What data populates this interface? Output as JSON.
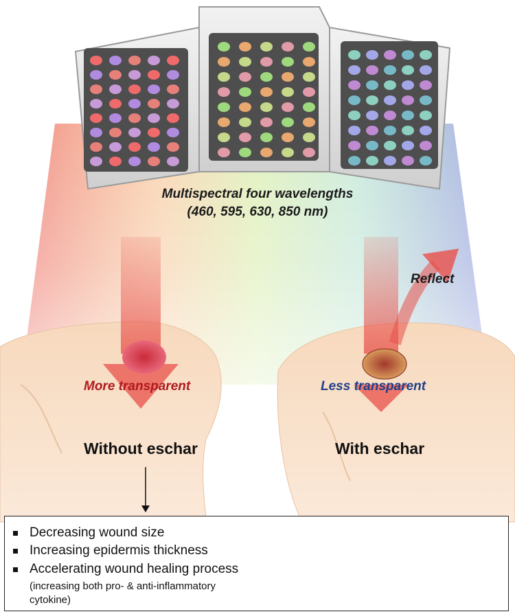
{
  "lamp": {
    "label_line1": "Multispectral four wavelengths",
    "label_line2": "(460, 595, 630, 850 nm)"
  },
  "left_case": {
    "transparency_label": "More transparent",
    "transparency_color": "#b0191e",
    "title": "Without eschar"
  },
  "right_case": {
    "transparency_label": "Less transparent",
    "transparency_color": "#1f3f8a",
    "title": "With eschar",
    "reflect_label": "Reflect"
  },
  "findings": {
    "items": [
      "Decreasing wound size",
      "Increasing epidermis thickness",
      "Accelerating wound healing process"
    ],
    "note_line1": "(increasing both pro- & anti-inflammatory",
    "note_line2": "cytokine)"
  },
  "colors": {
    "red_light": "#e8504a",
    "green_light": "#8fcf6a",
    "blue_light": "#7f87d8",
    "skin": "#f7dcc2",
    "panel_frame": "#dcdcdc",
    "panel_grid": "#5c5c5c"
  }
}
